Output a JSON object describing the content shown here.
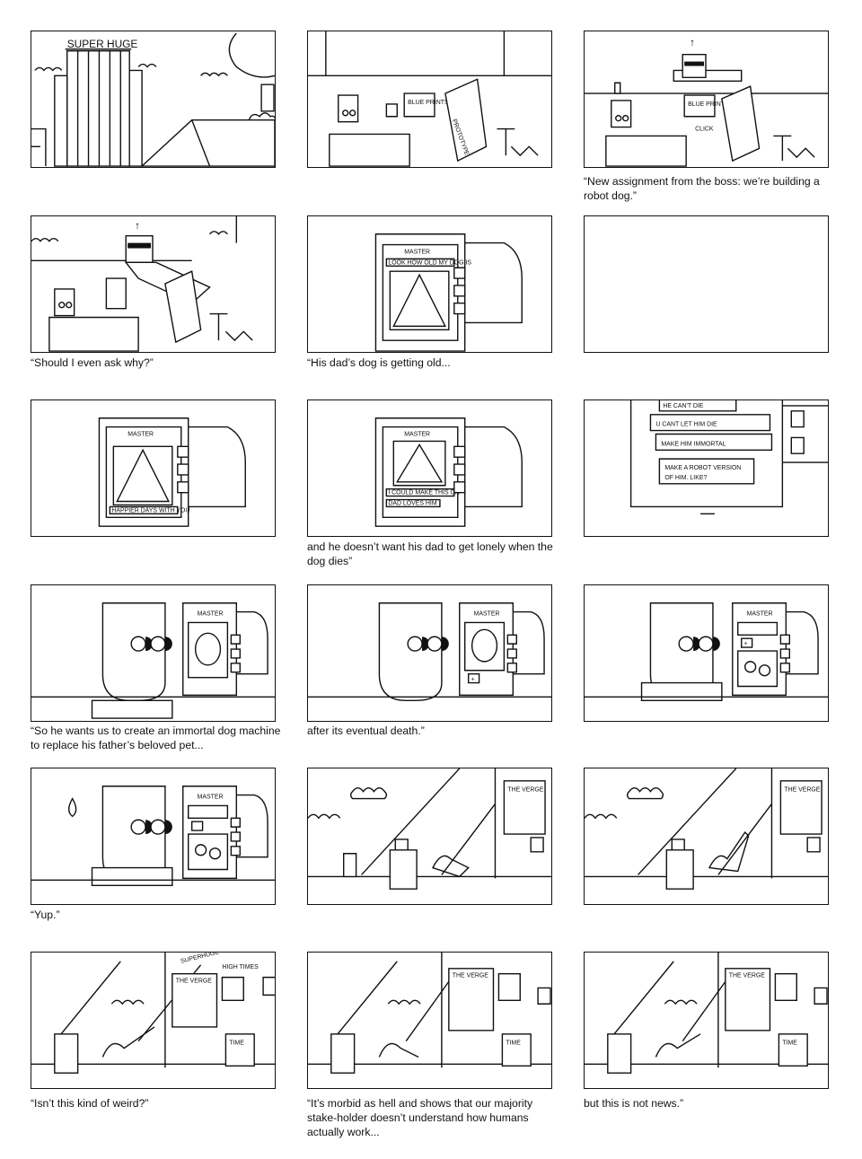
{
  "panels": [
    {
      "id": 1,
      "caption": "",
      "text": {
        "sign": "SUPER HUGE"
      }
    },
    {
      "id": 2,
      "caption": "",
      "text": {
        "poster1": "BLUE PRINTS",
        "poster2": "PROTOTYPE"
      }
    },
    {
      "id": 3,
      "caption": "“New assignment from the boss: we’re building a robot dog.”",
      "text": {
        "poster1": "BLUE PRINTS",
        "sfx": "CLICK"
      }
    },
    {
      "id": 4,
      "caption": "“Should I even ask why?”",
      "text": {}
    },
    {
      "id": 5,
      "caption": "“His dad’s dog is getting old...",
      "text": {
        "app": "MASTER",
        "msg": "LOOK HOW OLD MY DOG IS"
      }
    },
    {
      "id": 6,
      "caption": "",
      "text": {}
    },
    {
      "id": 7,
      "caption": "",
      "text": {
        "app": "MASTER",
        "msg": "HAPPIER DAYS WITH YOU"
      }
    },
    {
      "id": 8,
      "caption": "and he doesn’t want his dad to get lonely when the dog dies”",
      "text": {
        "app": "MASTER",
        "msg1": "I COULD MAKE THIS ON",
        "msg2": "DAD LOVES HIM"
      }
    },
    {
      "id": 9,
      "caption": "",
      "text": {
        "m1": "HE CAN'T DIE",
        "m2": "U CANT LET HIM DIE",
        "m3": "MAKE HIM IMMORTAL",
        "m4a": "MAKE A ROBOT VERSION",
        "m4b": "OF HIM. LIKE?"
      }
    },
    {
      "id": 10,
      "caption": "“So he wants us to create an immortal dog machine to replace his father’s beloved pet...",
      "text": {
        "app": "MASTER"
      }
    },
    {
      "id": 11,
      "caption": "after its eventual death.”",
      "text": {
        "app": "MASTER"
      }
    },
    {
      "id": 12,
      "caption": "",
      "text": {
        "app": "MASTER"
      }
    },
    {
      "id": 13,
      "caption": "“Yup.”",
      "text": {
        "app": "MASTER"
      }
    },
    {
      "id": 14,
      "caption": "",
      "text": {
        "mag": "THE VERGE"
      }
    },
    {
      "id": 15,
      "caption": "",
      "text": {
        "mag": "THE VERGE"
      }
    },
    {
      "id": 16,
      "caption": "“Isn’t this kind of weird?”",
      "text": {
        "mag": "THE VERGE",
        "mag2": "TIME",
        "mag3": "HIGH TIMES",
        "mag4": "SUPERHUGE"
      }
    },
    {
      "id": 17,
      "caption": "“It’s morbid as hell and shows that our majority stake-holder doesn’t understand how humans actually work...",
      "text": {
        "mag": "THE VERGE",
        "mag2": "TIME"
      }
    },
    {
      "id": 18,
      "caption": "but this is not news.”",
      "text": {
        "mag": "THE VERGE",
        "mag2": "TIME"
      }
    }
  ]
}
